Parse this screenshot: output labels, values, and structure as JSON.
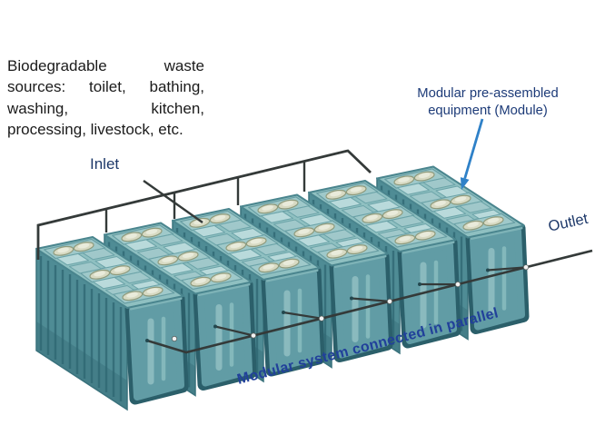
{
  "intro": {
    "text": "Biodegradable waste sources: toilet, bathing, washing, kitchen, processing, livestock, etc."
  },
  "labels": {
    "inlet": "Inlet",
    "outlet": "Outlet",
    "module_callout": "Modular pre-assembled equipment (Module)",
    "caption": "Modular system connected in parallel"
  },
  "diagram": {
    "module_count": 6,
    "lid_pairs_per_module": 3,
    "colors": {
      "tank_side_teal": "#4f8c95",
      "tank_top_teal": "#8fc0c1",
      "panel_light": "#b9dadb",
      "lid_cream": "#d8dac3",
      "pipe_dark": "#343a39",
      "label_blue": "#1d3b78",
      "caption_blue": "#21409a",
      "arrow_blue": "#2f81c8",
      "body_text": "#1b1b1b"
    }
  }
}
